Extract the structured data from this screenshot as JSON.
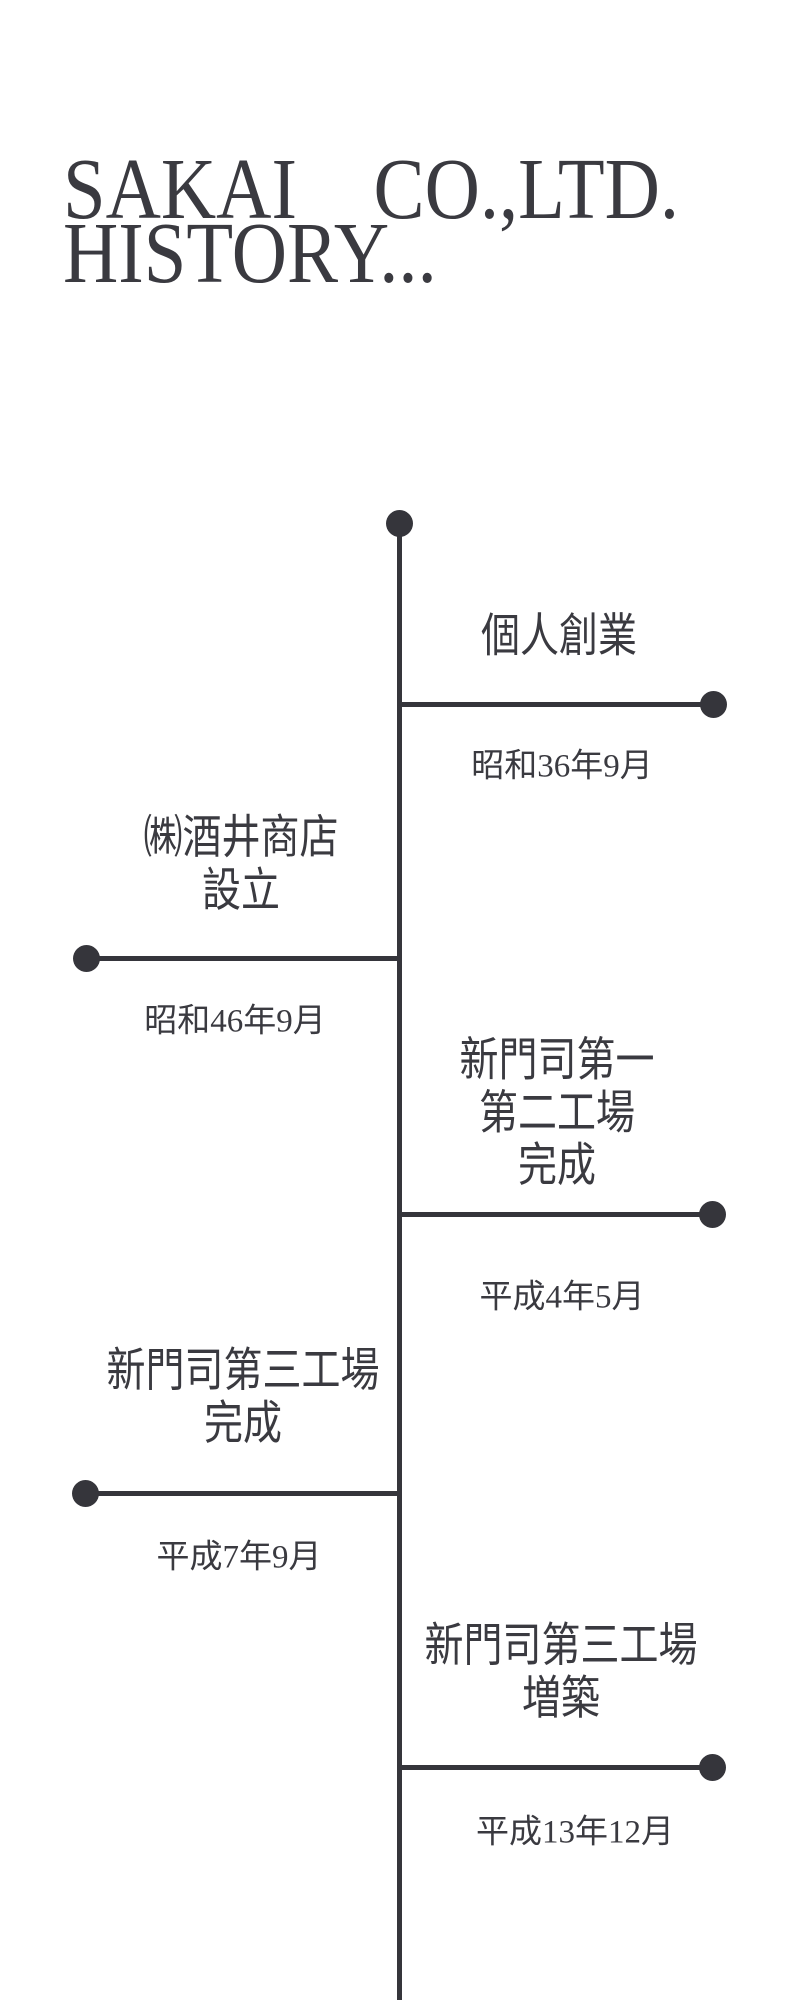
{
  "title": {
    "line1": "SAKAI    CO.,LTD.",
    "line2": "HISTORY..."
  },
  "timeline": {
    "events": [
      {
        "side": "right",
        "label_lines": [
          "個人創業"
        ],
        "date": "昭和36年9月"
      },
      {
        "side": "left",
        "label_lines": [
          "㈱酒井商店",
          "設立"
        ],
        "date": "昭和46年9月"
      },
      {
        "side": "right",
        "label_lines": [
          "新門司第一",
          "第二工場",
          "完成"
        ],
        "date": "平成4年5月"
      },
      {
        "side": "left",
        "label_lines": [
          "新門司第三工場",
          "完成"
        ],
        "date": "平成7年9月"
      },
      {
        "side": "right",
        "label_lines": [
          "新門司第三工場",
          "増築"
        ],
        "date": "平成13年12月"
      }
    ]
  },
  "colors": {
    "background": "#ffffff",
    "text": "#3a3a40",
    "line": "#35353b"
  }
}
